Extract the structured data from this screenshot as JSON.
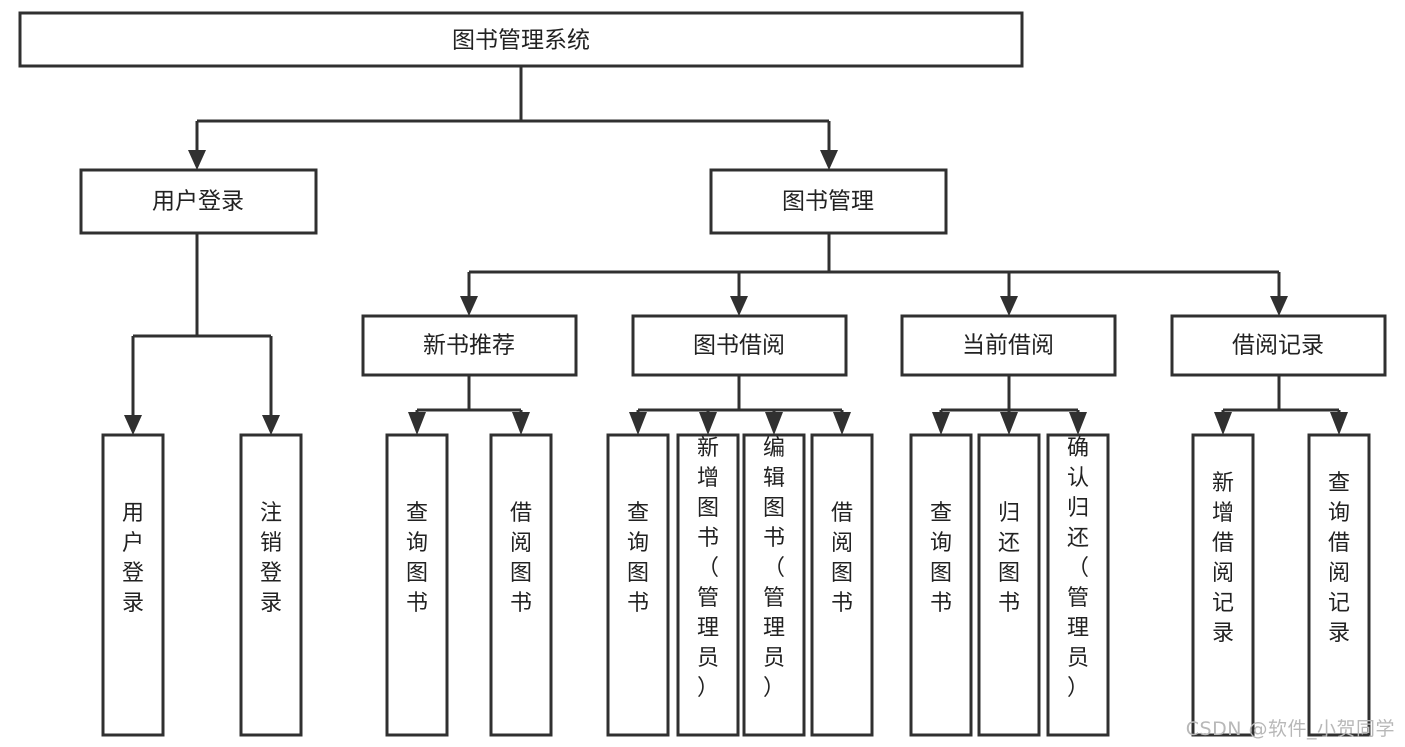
{
  "diagram": {
    "title": "图书管理系统",
    "type": "tree-hierarchy",
    "root": {
      "label": "图书管理系统"
    },
    "level2": [
      {
        "label": "用户登录"
      },
      {
        "label": "图书管理"
      }
    ],
    "level3": [
      {
        "label": "新书推荐"
      },
      {
        "label": "图书借阅"
      },
      {
        "label": "当前借阅"
      },
      {
        "label": "借阅记录"
      }
    ],
    "leaves": {
      "user_login": [
        {
          "label": "用户登录"
        },
        {
          "label": "注销登录"
        }
      ],
      "new_book_recommend": [
        {
          "label": "查询图书"
        },
        {
          "label": "借阅图书"
        }
      ],
      "book_borrow": [
        {
          "label": "查询图书"
        },
        {
          "label": "新增图书（管理员）"
        },
        {
          "label": "编辑图书（管理员）"
        },
        {
          "label": "借阅图书"
        }
      ],
      "current_borrow": [
        {
          "label": "查询图书"
        },
        {
          "label": "归还图书"
        },
        {
          "label": "确认归还（管理员）"
        }
      ],
      "borrow_record": [
        {
          "label": "新增借阅记录"
        },
        {
          "label": "查询借阅记录"
        }
      ]
    }
  },
  "watermark": {
    "text": "CSDN @软件_小贺同学"
  },
  "colors": {
    "stroke": "#303030",
    "fill": "#ffffff",
    "text": "#222222",
    "watermark": "#b8b8b8"
  }
}
